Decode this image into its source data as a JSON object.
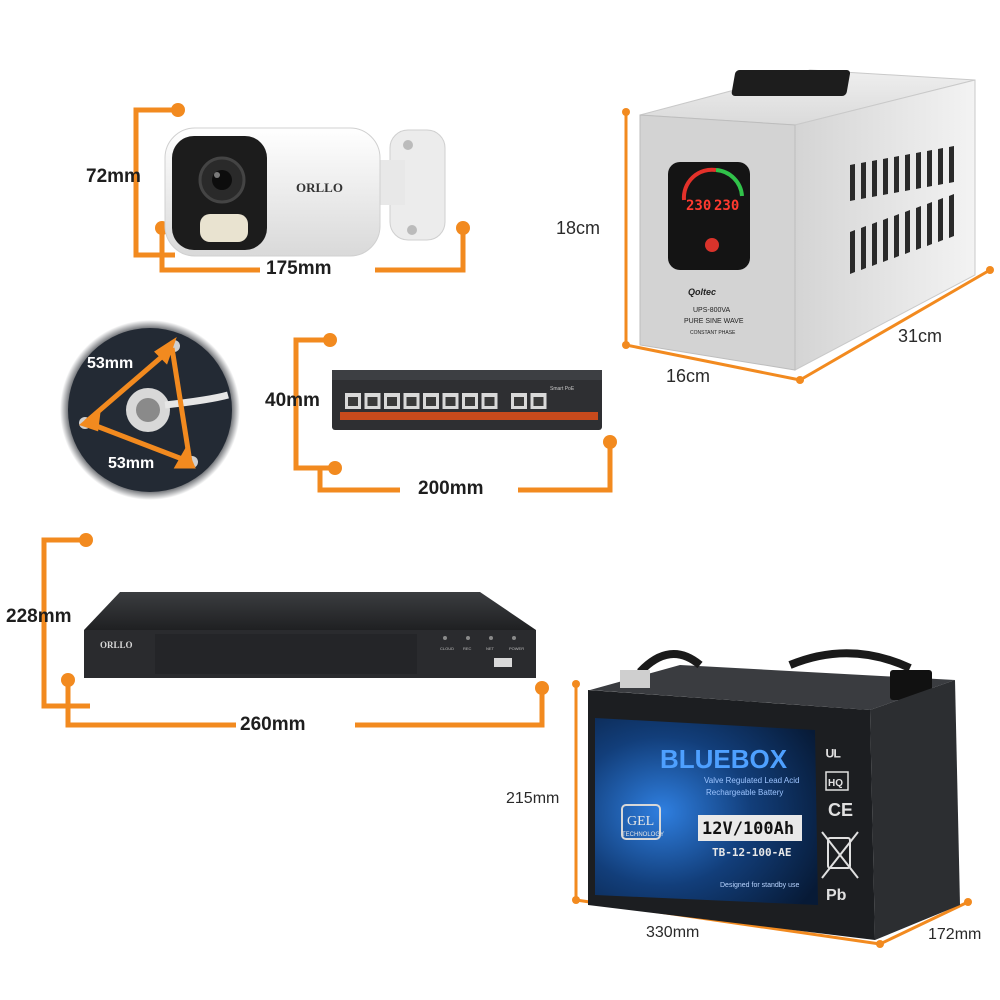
{
  "colors": {
    "accent": "#f28a1f",
    "device_dark": "#2b2d30",
    "device_light": "#f2f2f2",
    "battery_blue": "#1b5fb8"
  },
  "camera": {
    "height_label": "72mm",
    "width_label": "175mm",
    "brand": "ORLLO"
  },
  "mount": {
    "side_a_label": "53mm",
    "side_b_label": "53mm"
  },
  "switch": {
    "height_label": "40mm",
    "width_label": "200mm",
    "port_count": 10
  },
  "nvr": {
    "height_label": "228mm",
    "width_label": "260mm",
    "brand": "ORLLO",
    "indicators": [
      "CLOUD",
      "REC",
      "NET",
      "POWER"
    ]
  },
  "ups": {
    "height_label": "18cm",
    "width_label": "16cm",
    "depth_label": "31cm",
    "display_left": "230",
    "display_right": "230",
    "brand": "Qoltec",
    "model": "UPS-800VA",
    "line2": "PURE SINE WAVE",
    "line3": "CONSTANT PHASE"
  },
  "battery": {
    "height_label": "215mm",
    "width_label": "330mm",
    "depth_label": "172mm",
    "brand": "BLUEBOX",
    "subtitle1": "Valve Regulated Lead Acid",
    "subtitle2": "Rechargeable Battery",
    "gel": "GEL",
    "gel_sub": "TECHNOLOGY",
    "rating": "12V/100Ah",
    "model": "TB-12-100-AE",
    "standby": "Designed for standby use",
    "mark_hq": "HQ",
    "mark_ce": "CE",
    "mark_pb": "Pb"
  }
}
